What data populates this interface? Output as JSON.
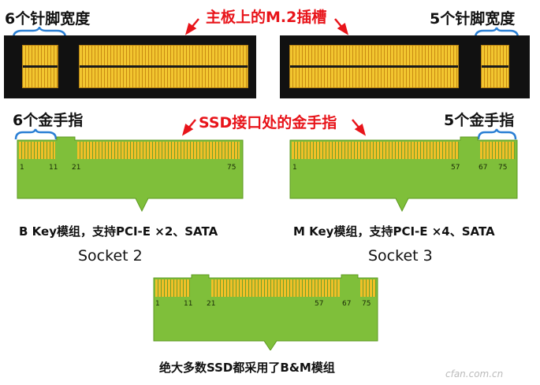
{
  "title_motherboard": "主板上的M.2插槽",
  "title_ssd": "SSD接口处的金手指",
  "left_slot_label": "6个针脚宽度",
  "right_slot_label": "5个针脚宽度",
  "left_finger_label": "6个金手指",
  "right_finger_label": "5个金手指",
  "bkey": {
    "pins": [
      "1",
      "11",
      "21",
      "75"
    ],
    "caption": "B Key模组，支持PCI-E ×2、SATA",
    "socket": "Socket 2"
  },
  "mkey": {
    "pins": [
      "1",
      "57",
      "67",
      "75"
    ],
    "caption": "M Key模组，支持PCI-E ×4、SATA",
    "socket": "Socket 3"
  },
  "bm": {
    "pins": [
      "1",
      "11",
      "21",
      "57",
      "67",
      "75"
    ],
    "caption": "绝大多数SSD都采用了B&M模组"
  },
  "colors": {
    "pcb": "#7fbf3a",
    "gold": "#f2c630",
    "slot": "#111111",
    "accent": "#e8141a"
  },
  "watermark": "cfan.com.cn"
}
